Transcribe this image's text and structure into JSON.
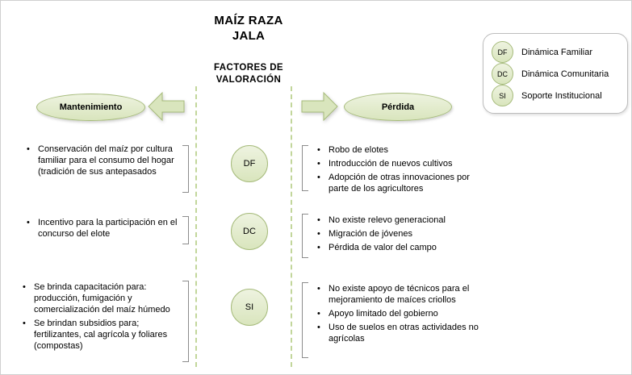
{
  "title": {
    "line1": "MAÍZ RAZA",
    "line2": "JALA"
  },
  "subtitle": {
    "line1": "FACTORES DE",
    "line2": "VALORACIÓN"
  },
  "factors": [
    "DF",
    "DC",
    "SI"
  ],
  "left": {
    "header": "Mantenimiento",
    "groups": [
      {
        "factor": "DF",
        "items": [
          "Conservación del maíz por cultura familiar para el consumo del hogar (tradición de sus antepasados"
        ]
      },
      {
        "factor": "DC",
        "items": [
          "Incentivo para la participación en el concurso del elote"
        ]
      },
      {
        "factor": "SI",
        "items": [
          "Se brinda capacitación para: producción, fumigación y comercialización del maíz húmedo",
          "Se brindan subsidios para; fertilizantes, cal agrícola y foliares (compostas)"
        ]
      }
    ]
  },
  "right": {
    "header": "Pérdida",
    "groups": [
      {
        "factor": "DF",
        "items": [
          "Robo de elotes",
          "Introducción de nuevos cultivos",
          "Adopción de otras innovaciones por parte de los agricultores"
        ]
      },
      {
        "factor": "DC",
        "items": [
          "No existe relevo generacional",
          "Migración de jóvenes",
          "Pérdida de valor del campo"
        ]
      },
      {
        "factor": "SI",
        "items": [
          "No existe apoyo de técnicos para el mejoramiento de maíces criollos",
          "Apoyo limitado del gobierno",
          "Uso de suelos en otras actividades no agrícolas"
        ]
      }
    ]
  },
  "legend": {
    "items": [
      {
        "code": "DF",
        "label": "Dinámica Familiar"
      },
      {
        "code": "DC",
        "label": "Dinámica Comunitaria"
      },
      {
        "code": "SI",
        "label": "Soporte Institucional"
      }
    ]
  },
  "colors": {
    "shape_fill": "#d9e5bd",
    "shape_fill_light": "#eef3e0",
    "shape_border": "#a6bb7b",
    "dashed_line": "#c2d69b",
    "bracket": "#8c8c8c",
    "legend_border": "#bdbdbd",
    "text": "#000000"
  }
}
